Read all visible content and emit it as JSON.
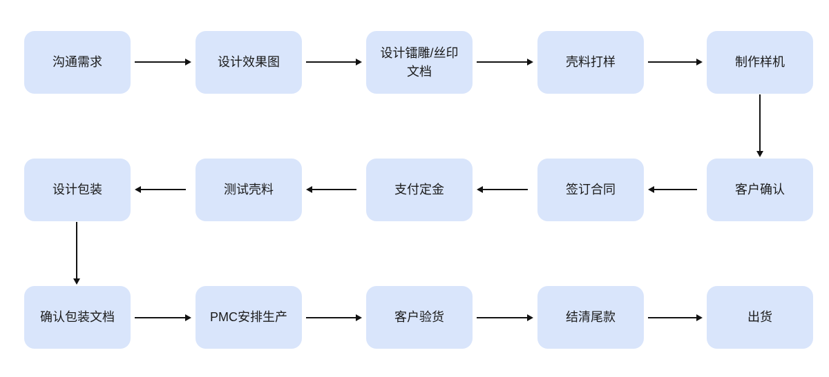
{
  "diagram": {
    "type": "flowchart",
    "background": "#ffffff",
    "node_fill": "#d9e5fb",
    "text_color": "#1a1a1a",
    "arrow_color": "#111111",
    "rows": [
      {
        "direction": "left-to-right",
        "nodes": [
          "沟通需求",
          "设计效果图",
          "设计镭雕/丝印文档",
          "壳料打样",
          "制作样机"
        ]
      },
      {
        "direction": "right-to-left",
        "nodes": [
          "设计包装",
          "测试壳料",
          "支付定金",
          "签订合同",
          "客户确认"
        ]
      },
      {
        "direction": "left-to-right",
        "nodes": [
          "确认包装文档",
          "PMC安排生产",
          "客户验货",
          "结清尾款",
          "出货"
        ]
      }
    ],
    "vertical_links": [
      {
        "from": "制作样机",
        "to": "客户确认"
      },
      {
        "from": "设计包装",
        "to": "确认包装文档"
      }
    ],
    "sequence": [
      "沟通需求",
      "设计效果图",
      "设计镭雕/丝印文档",
      "壳料打样",
      "制作样机",
      "客户确认",
      "签订合同",
      "支付定金",
      "测试壳料",
      "设计包装",
      "确认包装文档",
      "PMC安排生产",
      "客户验货",
      "结清尾款",
      "出货"
    ]
  }
}
